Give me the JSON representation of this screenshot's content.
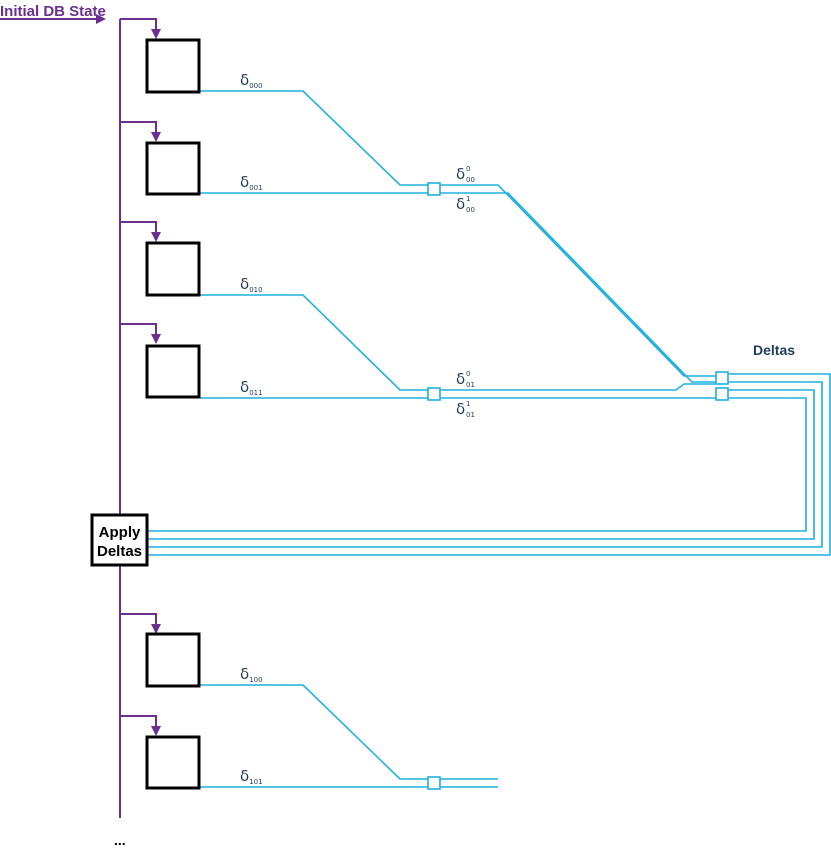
{
  "title": "Initial DB State",
  "deltas_label": "Deltas",
  "apply_label_1": "Apply",
  "apply_label_2": "Deltas",
  "ellipsis": "...",
  "delta_symbol": "δ",
  "boxes": [
    {
      "delta_sub": "000"
    },
    {
      "delta_sub": "001"
    },
    {
      "delta_sub": "010"
    },
    {
      "delta_sub": "011"
    },
    {
      "delta_sub": "100"
    },
    {
      "delta_sub": "101"
    }
  ],
  "merges": [
    {
      "top_sup": "0",
      "top_sub": "00",
      "bot_sup": "1",
      "bot_sub": "00"
    },
    {
      "top_sup": "0",
      "top_sub": "01",
      "bot_sup": "1",
      "bot_sub": "01"
    }
  ],
  "colors": {
    "purple": "#6b2f8f",
    "cyan": "#1fb0de",
    "navy": "#1f3c5a",
    "black": "#000000"
  }
}
